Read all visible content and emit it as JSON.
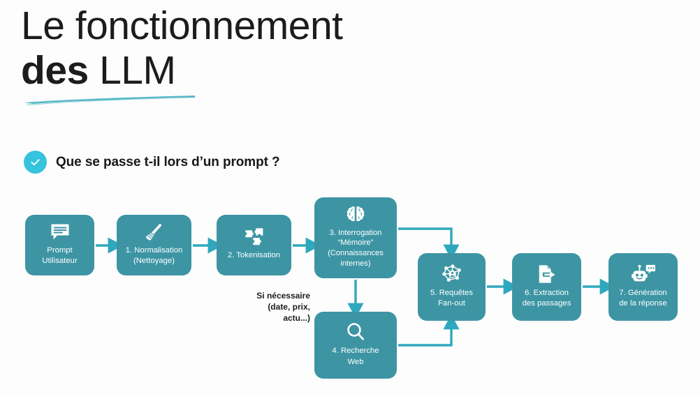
{
  "slide": {
    "title_line1": "Le fonctionnement",
    "title_line2_bold": "des",
    "title_line2_regular": " LLM",
    "subtitle": "Que se passe t-il lors d’un prompt ?",
    "check_icon": "check-circle-icon"
  },
  "colors": {
    "node_fill": "#3d95a4",
    "connector": "#2fa8bd",
    "check_badge": "#35c3dd",
    "title_text": "#1a1c1e",
    "underline": "#5ab9c9",
    "background": "#fdfdfd"
  },
  "flow": {
    "branch_caption": "Si nécessaire\n(date, prix,\nactu...)",
    "nodes": [
      {
        "id": "prompt",
        "label": "Prompt\nUtilisateur",
        "icon": "speech-bubble-icon"
      },
      {
        "id": "normalisation",
        "label": "1. Normalisation\n(Nettoyage)",
        "icon": "broom-icon"
      },
      {
        "id": "tokenisation",
        "label": "2. Tokenisation",
        "icon": "puzzle-icon"
      },
      {
        "id": "memoire",
        "label": "3. Interrogation\n“Mémoire”\n(Connaissances\ninternes)",
        "icon": "brain-icon"
      },
      {
        "id": "recherche",
        "label": "4. Recherche\nWeb",
        "icon": "magnifier-icon"
      },
      {
        "id": "fanout",
        "label": "5. Requêtes\nFan-out",
        "icon": "network-graph-icon"
      },
      {
        "id": "extraction",
        "label": "6. Extraction\ndes passages",
        "icon": "document-export-icon"
      },
      {
        "id": "generation",
        "label": "7. Génération\nde la réponse",
        "icon": "robot-chat-icon"
      }
    ],
    "connections": [
      {
        "from": "prompt",
        "to": "normalisation"
      },
      {
        "from": "normalisation",
        "to": "tokenisation"
      },
      {
        "from": "tokenisation",
        "to": "memoire"
      },
      {
        "from": "memoire",
        "to": "recherche"
      },
      {
        "from": "memoire",
        "to": "fanout"
      },
      {
        "from": "recherche",
        "to": "fanout"
      },
      {
        "from": "fanout",
        "to": "extraction"
      },
      {
        "from": "extraction",
        "to": "generation"
      }
    ]
  }
}
